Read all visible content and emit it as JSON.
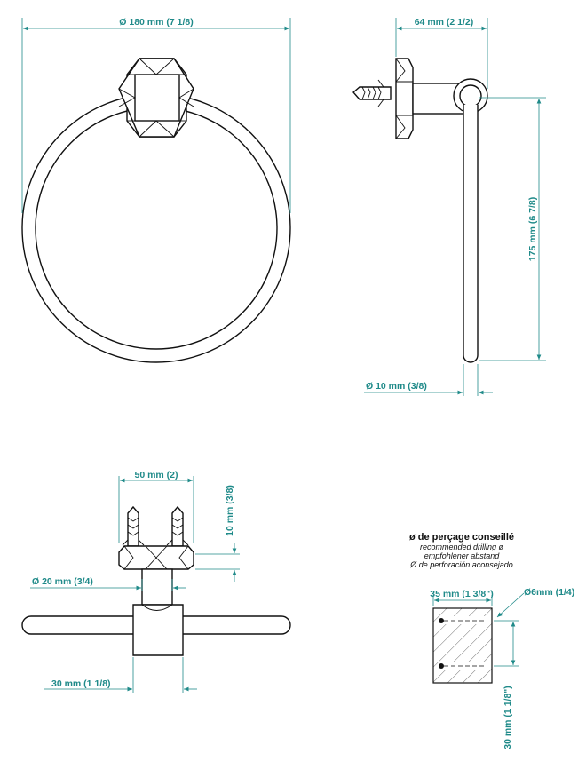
{
  "dimensions": {
    "ring_diameter": "Ø 180 mm (7 1/8)",
    "depth": "64 mm (2 1/2)",
    "height": "175 mm (6 7/8)",
    "rod_diameter": "Ø 10 mm (3/8)",
    "plug_spacing": "50 mm (2)",
    "plate_thickness": "10 mm (3/8)",
    "stem_diameter": "Ø 20 mm (3/4)",
    "boss_width": "30 mm (1 1/8)",
    "drill_spacing": "35 mm (1 3/8\")",
    "drill_hole": "Ø6mm (1/4)",
    "drill_offset": "30 mm (1 1/8\")"
  },
  "drilling_note": {
    "title": "ø de perçage conseillé",
    "en": "recommended drilling ø",
    "de": "empfohlener abstand",
    "es": "Ø de perforación aconsejado"
  },
  "colors": {
    "dimension": "#1f8a89",
    "outline": "#111111"
  }
}
